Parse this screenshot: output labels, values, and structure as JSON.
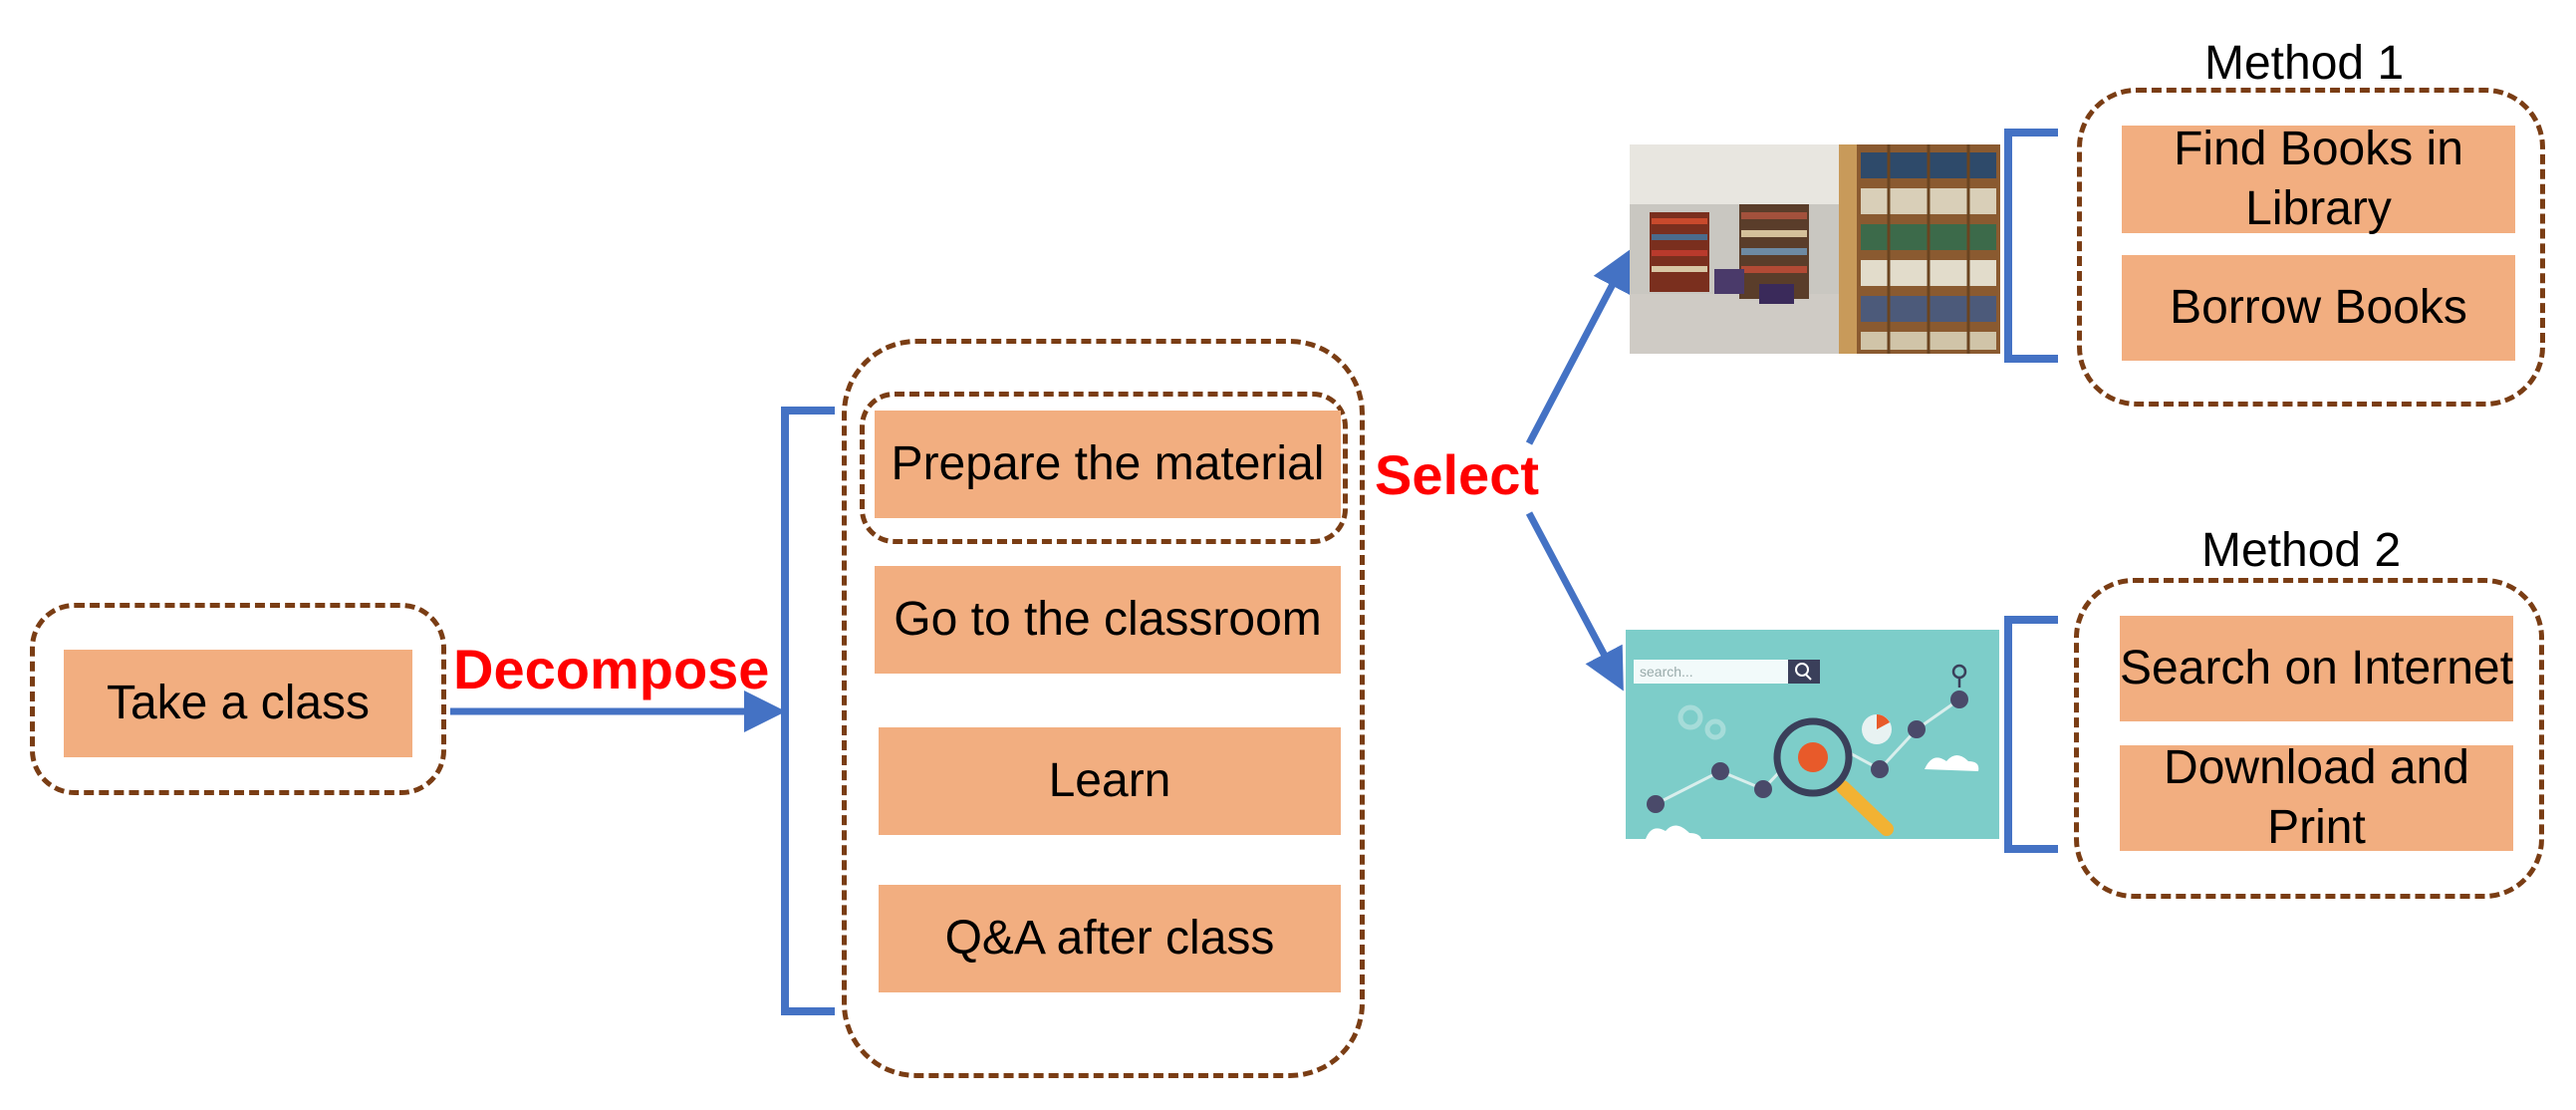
{
  "root": {
    "label": "Take a class"
  },
  "arrows": {
    "decompose": "Decompose",
    "select": "Select"
  },
  "subtasks": [
    "Prepare the material",
    "Go to the classroom",
    "Learn",
    "Q&A after class"
  ],
  "method1": {
    "title": "Method 1",
    "steps": [
      "Find Books in Library",
      "Borrow Books"
    ],
    "image": "library-bookshelves-photo"
  },
  "method2": {
    "title": "Method 2",
    "steps": [
      "Search on Internet",
      "Download and Print"
    ],
    "image": "internet-search-illustration",
    "search_placeholder": "search..."
  },
  "colors": {
    "box_fill": "#f2ae80",
    "dashed_border": "#7a3d14",
    "arrow": "#4472c4",
    "label_red": "#ff0000"
  }
}
